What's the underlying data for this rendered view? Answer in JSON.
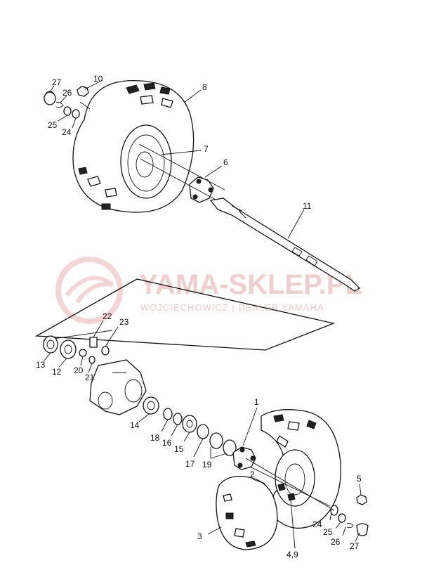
{
  "watermark": {
    "title": "YAMA-SKLEP.PL",
    "subtitle": "WOJCIECHOWICZ | DEALER YAMAHA"
  },
  "callouts": {
    "c27a": "27",
    "c10": "10",
    "c26a": "26",
    "c25a": "25",
    "c24a": "24",
    "c8": "8",
    "c7": "7",
    "c6": "6",
    "c11": "11",
    "c22": "22",
    "c23": "23",
    "c13": "13",
    "c12": "12",
    "c20": "20",
    "c21": "21",
    "c14": "14",
    "c18": "18",
    "c16": "16",
    "c15": "15",
    "c17": "17",
    "c19": "19",
    "c1": "1",
    "c2": "2",
    "c3": "3",
    "c5": "5",
    "c24b": "24",
    "c25b": "25",
    "c26b": "26",
    "c27b": "27",
    "c49": "4,9"
  }
}
